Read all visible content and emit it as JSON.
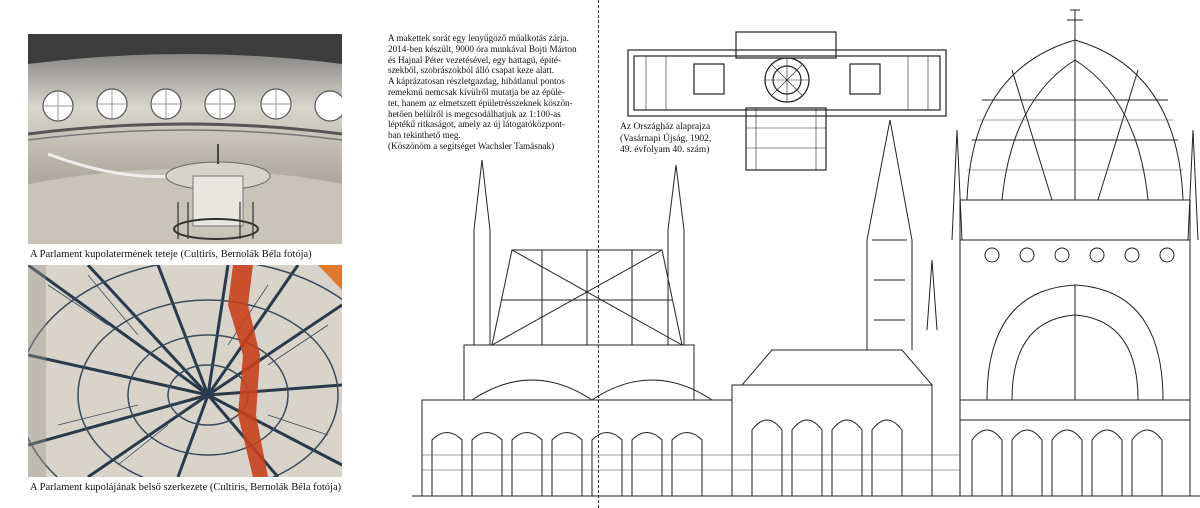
{
  "photos": [
    {
      "subject": "Parliament dome hall ceiling (interior, round windows, spiral staircase)",
      "caption": "A Parlament kupolatermének teteje (Cultiris, Bernolák Béla fotója)"
    },
    {
      "subject": "Parliament dome inner steel structure (looking up)",
      "caption": "A Parlament kupolájának belső szerkezete (Cultiris, Bernolák Béla fotója)"
    }
  ],
  "article": {
    "lines": [
      "A makettek sorát egy lenyűgöző műalkotás zárja.",
      "2014-ben készült, 9000 óra munkával Bojti Márton",
      "és Hajnal Péter vezetésével, egy hattagú, építé-",
      "szekből, szobrászokból álló csapat keze alatt.",
      "A káprázatosan részletgazdag, hibátlanul pontos",
      "remekmű nemcsak kívülről mutatja be az épüle-",
      "tet, hanem az elmetszett épületrésszeknek köszön-",
      "hetően belülről is megcsodálhatjuk az 1:100-as",
      "léptékű ritkaságot, amely az új látogatóközpont-",
      "ban tekinthető meg.",
      "(Köszönöm a segítséget Wachsler Tamásnak)"
    ]
  },
  "plan_caption": {
    "lines": [
      "Az Országház alaprajza",
      "(Vasárnapi Újság, 1902,",
      "49. évfolyam 40. szám)"
    ]
  },
  "colors": {
    "ink": "#222222",
    "steel": "#3a4a5a",
    "accent_red": "#c8401c",
    "wall": "#e9e5dc"
  }
}
